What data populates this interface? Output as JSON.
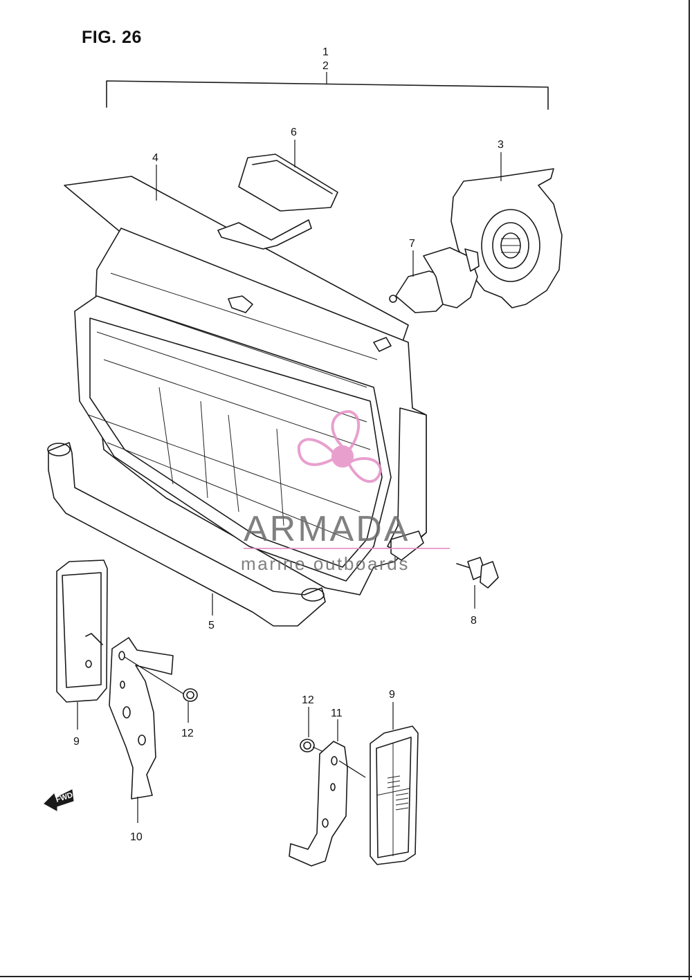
{
  "figure": {
    "title": "FIG. 26"
  },
  "callouts": {
    "c1": "1",
    "c2": "2",
    "c3": "3",
    "c4": "4",
    "c5": "5",
    "c6": "6",
    "c7": "7",
    "c8": "8",
    "c9_left": "9",
    "c9_right": "9",
    "c10": "10",
    "c11": "11",
    "c12_left": "12",
    "c12_right": "12"
  },
  "fwd_label": "FWD",
  "watermark": {
    "brand": "ARMADA",
    "tagline": "marine outboards",
    "accent_color": "#e58fc6",
    "text_color": "#6a6a6a"
  },
  "icons": [
    "propeller-logo-icon",
    "fwd-arrow-icon"
  ]
}
